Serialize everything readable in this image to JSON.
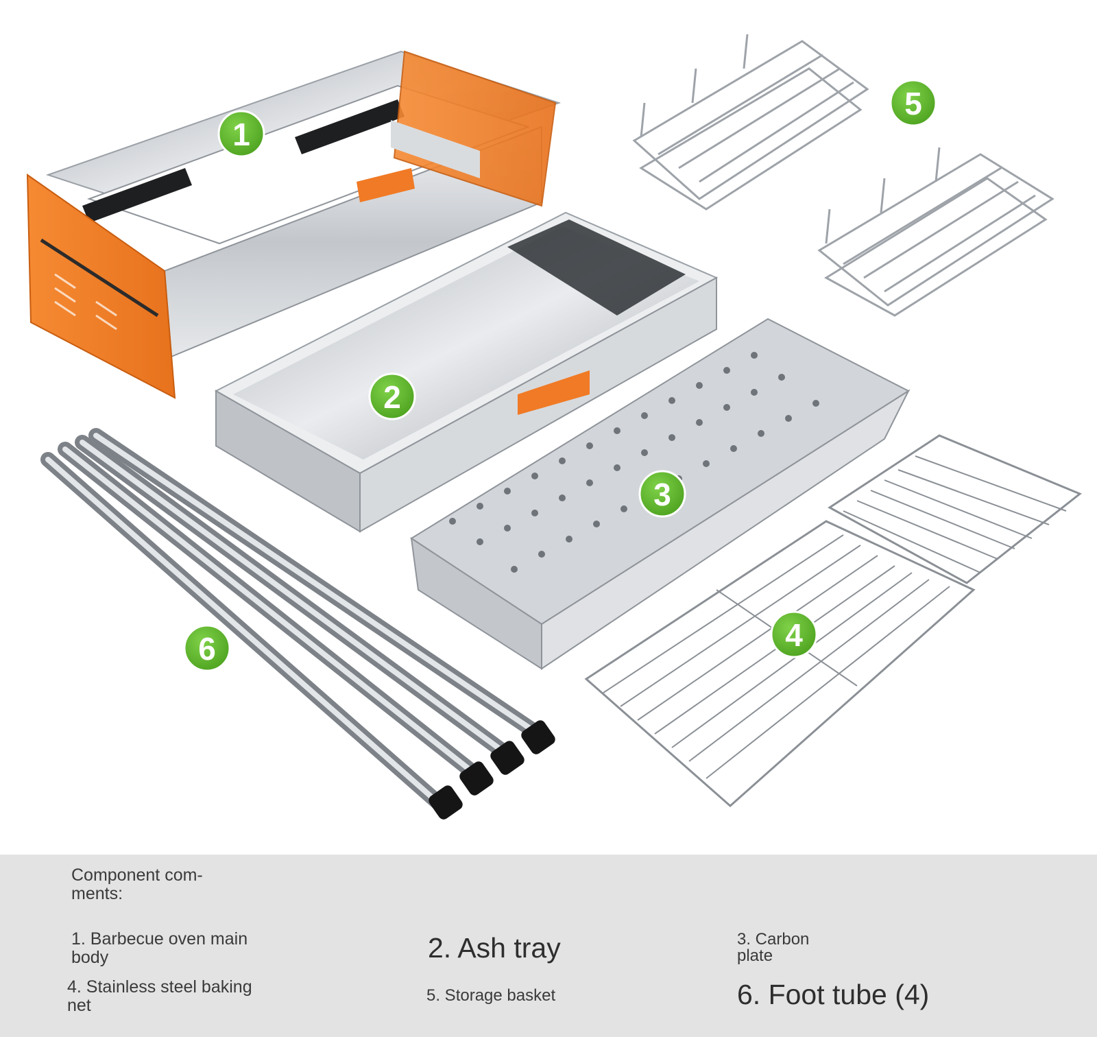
{
  "badges": {
    "b1": "1",
    "b2": "2",
    "b3": "3",
    "b4": "4",
    "b5": "5",
    "b6": "6"
  },
  "legend": {
    "heading": "Component com-\nments:",
    "item1": "1. Barbecue oven main\nbody",
    "item2": "2. Ash tray",
    "item3": "3. Carbon\nplate",
    "item4": "4. Stainless steel baking\nnet",
    "item5": "5. Storage basket",
    "item6": "6. Foot tube (4)"
  },
  "colors": {
    "badge_green": "#5fb82e",
    "accent_orange": "#f07a25",
    "steel": "#c9ccd0",
    "legend_bg": "#e3e3e3"
  }
}
